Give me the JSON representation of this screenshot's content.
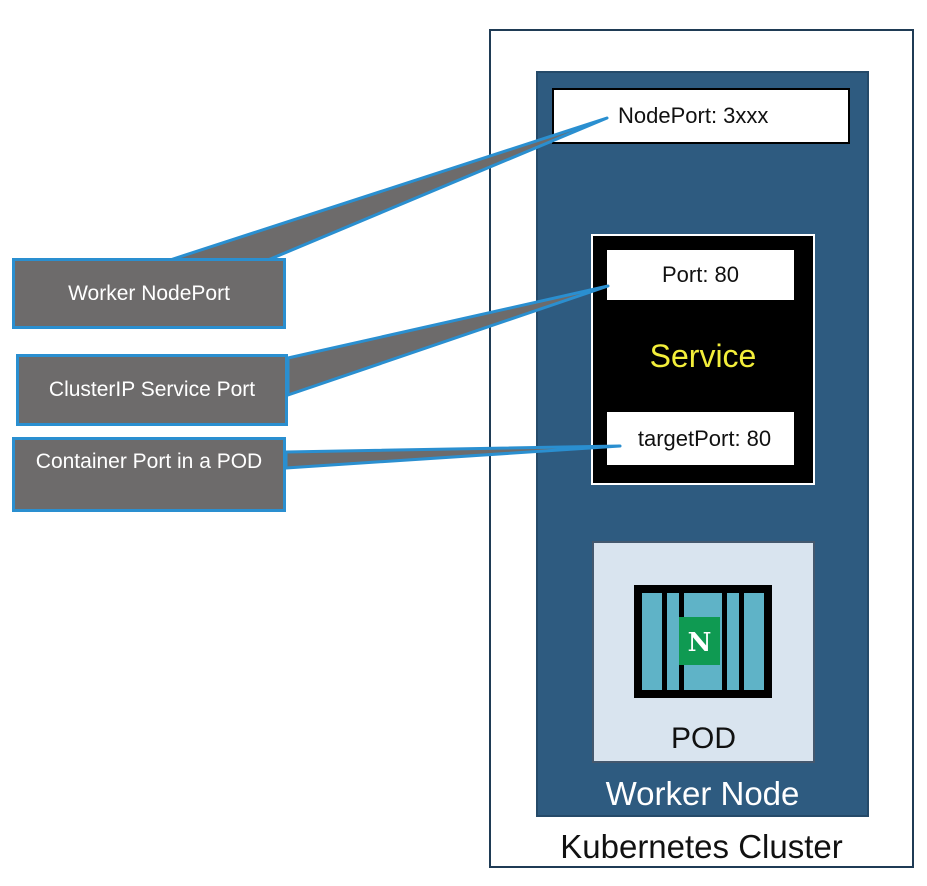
{
  "cluster": {
    "label": "Kubernetes Cluster"
  },
  "worker": {
    "label": "Worker Node"
  },
  "nodeport": {
    "label": "NodePort: 3xxx"
  },
  "service": {
    "label": "Service",
    "port_label": "Port: 80",
    "target_port_label": "targetPort: 80"
  },
  "pod": {
    "label": "POD",
    "container_icon": "container-icon",
    "badge_letter": "N"
  },
  "callouts": {
    "worker_nodeport": "Worker NodePort",
    "clusterip_service_port": "ClusterIP Service Port",
    "container_port": "Container Port in a POD"
  },
  "colors": {
    "worker_fill": "#2e5b80",
    "callout_fill": "#6d6b6b",
    "callout_border": "#2a8fd0",
    "service_label": "#f3ee3a",
    "pod_fill": "#d9e4ef",
    "container_fill": "#5fb3c7",
    "badge_fill": "#0f9a52"
  }
}
